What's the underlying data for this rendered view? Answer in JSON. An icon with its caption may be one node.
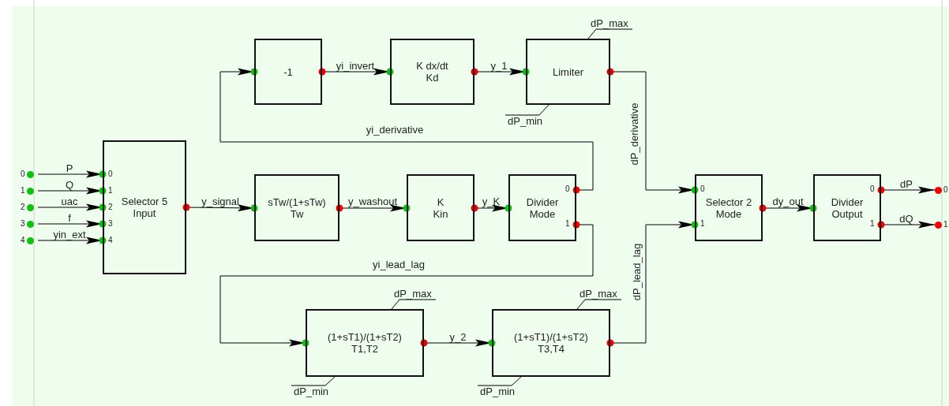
{
  "diagram": {
    "nodes": [
      {
        "text": [
          "Selector 5 Input"
        ]
      },
      {
        "text": [
          "-1"
        ]
      },
      {
        "text": [
          "K dx/dt",
          "Kd"
        ]
      },
      {
        "text": [
          "Limiter"
        ]
      },
      {
        "text": [
          "sTw/(1+sTw)",
          "Tw"
        ]
      },
      {
        "text": [
          "K",
          "Kin"
        ]
      },
      {
        "text": [
          "Divider Mode"
        ]
      },
      {
        "text": [
          "(1+sT1)/(1+sT2)",
          "T1,T2"
        ]
      },
      {
        "text": [
          "(1+sT1)/(1+sT2)",
          "T3,T4"
        ]
      },
      {
        "text": [
          "Selector 2 Mode"
        ]
      },
      {
        "text": [
          "Divider Output"
        ]
      },
      {
        "text": [
          "0"
        ]
      },
      {
        "text": [
          "1"
        ]
      },
      {
        "text": [
          "2"
        ]
      },
      {
        "text": [
          "3"
        ]
      },
      {
        "text": [
          "4"
        ]
      },
      {
        "text": [
          "0"
        ]
      },
      {
        "text": [
          "1"
        ]
      },
      {
        "text": [
          "dP_max"
        ]
      },
      {
        "text": [
          "dP_min"
        ]
      },
      {
        "text": [
          "dP_max"
        ]
      },
      {
        "text": [
          "dP_min"
        ]
      },
      {
        "text": [
          "dP_max"
        ]
      },
      {
        "text": [
          "dP_min"
        ]
      }
    ],
    "edges": [
      {
        "from": 11,
        "to": 0,
        "arrow": "to",
        "label": "P"
      },
      {
        "from": 12,
        "to": 0,
        "arrow": "to",
        "label": "Q"
      },
      {
        "from": 13,
        "to": 0,
        "arrow": "to",
        "label": "uac"
      },
      {
        "from": 14,
        "to": 0,
        "arrow": "to",
        "label": "f"
      },
      {
        "from": 15,
        "to": 0,
        "arrow": "to",
        "label": "yin_ext"
      },
      {
        "from": 0,
        "to": 4,
        "arrow": "to",
        "label": "y_signal"
      },
      {
        "from": 4,
        "to": 5,
        "arrow": "to",
        "label": "y_washout"
      },
      {
        "from": 5,
        "to": 6,
        "arrow": "to",
        "label": "y_K"
      },
      {
        "from": 6,
        "to": 1,
        "arrow": "to",
        "label": "yi_derivative"
      },
      {
        "from": 1,
        "to": 2,
        "arrow": "to",
        "label": "yi_invert"
      },
      {
        "from": 2,
        "to": 3,
        "arrow": "to",
        "label": "y_1"
      },
      {
        "from": 3,
        "to": 9,
        "arrow": "to",
        "label": "dP_derivative"
      },
      {
        "from": 6,
        "to": 7,
        "arrow": "to",
        "label": "yi_lead_lag"
      },
      {
        "from": 7,
        "to": 8,
        "arrow": "to",
        "label": "y_2"
      },
      {
        "from": 8,
        "to": 9,
        "arrow": "to",
        "label": "dP_lead_lag"
      },
      {
        "from": 9,
        "to": 10,
        "arrow": "to",
        "label": "dy_out"
      },
      {
        "from": 10,
        "to": 16,
        "arrow": "to",
        "label": "dP"
      },
      {
        "from": 10,
        "to": 17,
        "arrow": "to",
        "label": "dQ"
      },
      {
        "from": 18,
        "to": 3,
        "arrow": "none"
      },
      {
        "from": 19,
        "to": 3,
        "arrow": "none"
      },
      {
        "from": 20,
        "to": 7,
        "arrow": "none"
      },
      {
        "from": 21,
        "to": 7,
        "arrow": "none"
      },
      {
        "from": 22,
        "to": 8,
        "arrow": "none"
      },
      {
        "from": 23,
        "to": 8,
        "arrow": "none"
      }
    ],
    "labels": [
      "0",
      "1",
      "2",
      "3",
      "4",
      "0",
      "1",
      "0",
      "1",
      "0",
      "1"
    ]
  }
}
